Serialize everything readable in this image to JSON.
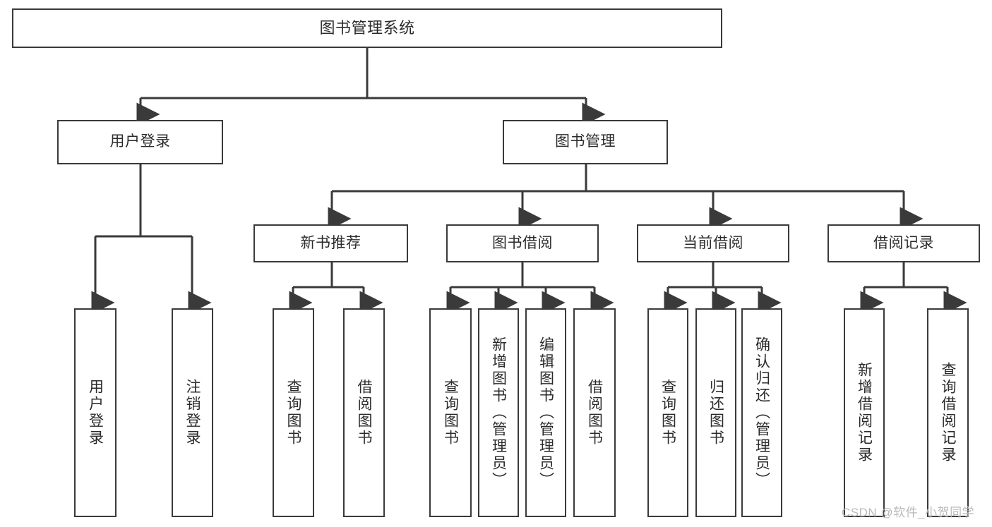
{
  "diagram": {
    "title": "图书管理系统",
    "type": "tree-hierarchy",
    "root": {
      "label": "图书管理系统"
    },
    "level2": [
      {
        "label": "用户登录"
      },
      {
        "label": "图书管理"
      }
    ],
    "level3": [
      {
        "label": "新书推荐"
      },
      {
        "label": "图书借阅"
      },
      {
        "label": "当前借阅"
      },
      {
        "label": "借阅记录"
      }
    ],
    "leaves": {
      "user_login": [
        {
          "label": "用户登录"
        },
        {
          "label": "注销登录"
        }
      ],
      "new_book_recommend": [
        {
          "label": "查询图书"
        },
        {
          "label": "借阅图书"
        }
      ],
      "book_borrow": [
        {
          "label": "查询图书"
        },
        {
          "label": "新增图书（管理员）"
        },
        {
          "label": "编辑图书（管理员）"
        },
        {
          "label": "借阅图书"
        }
      ],
      "current_borrow": [
        {
          "label": "查询图书"
        },
        {
          "label": "归还图书"
        },
        {
          "label": "确认归还（管理员）"
        }
      ],
      "borrow_record": [
        {
          "label": "新增借阅记录"
        },
        {
          "label": "查询借阅记录"
        }
      ]
    }
  },
  "watermark": {
    "text": "CSDN @软件_小贺同学"
  },
  "colors": {
    "border": "#3a3a3a",
    "text": "#2b2b2b",
    "background": "#ffffff",
    "watermark": "#b9b9b9"
  }
}
